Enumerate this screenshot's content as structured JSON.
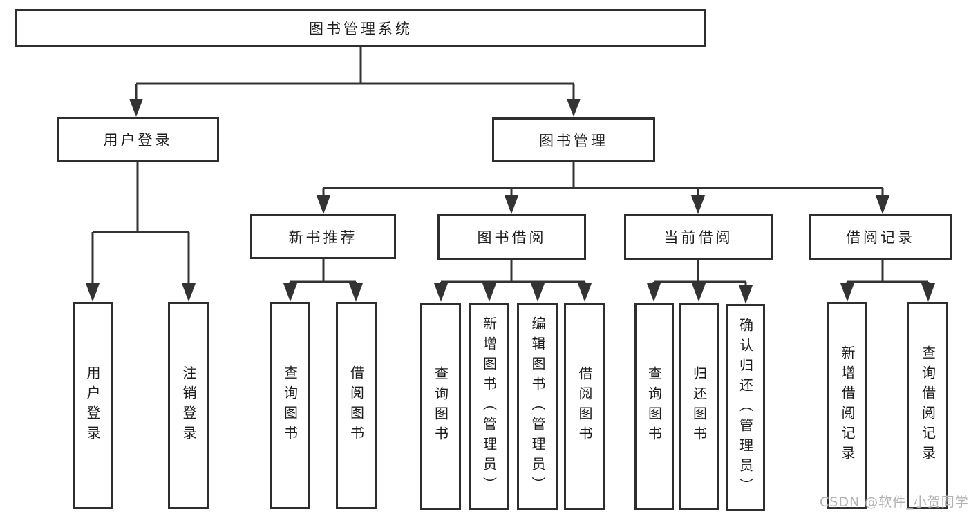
{
  "nodes": {
    "root": "图书管理系统",
    "level1": [
      "用户登录",
      "图书管理"
    ],
    "level2": [
      "新书推荐",
      "图书借阅",
      "当前借阅",
      "借阅记录"
    ],
    "leaves": {
      "user_login": [
        "用户登录",
        "注销登录"
      ],
      "new_book_recommend": [
        "查询图书",
        "借阅图书"
      ],
      "book_borrow": [
        "查询图书",
        "新增图书（管理员）",
        "编辑图书（管理员）",
        "借阅图书"
      ],
      "current_borrow": [
        "查询图书",
        "归还图书",
        "确认归还（管理员）"
      ],
      "borrow_records": [
        "新增借阅记录",
        "查询借阅记录"
      ]
    }
  },
  "watermark": "CSDN @软件_小贺同学",
  "colors": {
    "line": "#333333",
    "box_border": "#2e2e2e",
    "text": "#1d1d1d",
    "watermark_text": "#b2b0b0",
    "background": "#ffffff"
  }
}
